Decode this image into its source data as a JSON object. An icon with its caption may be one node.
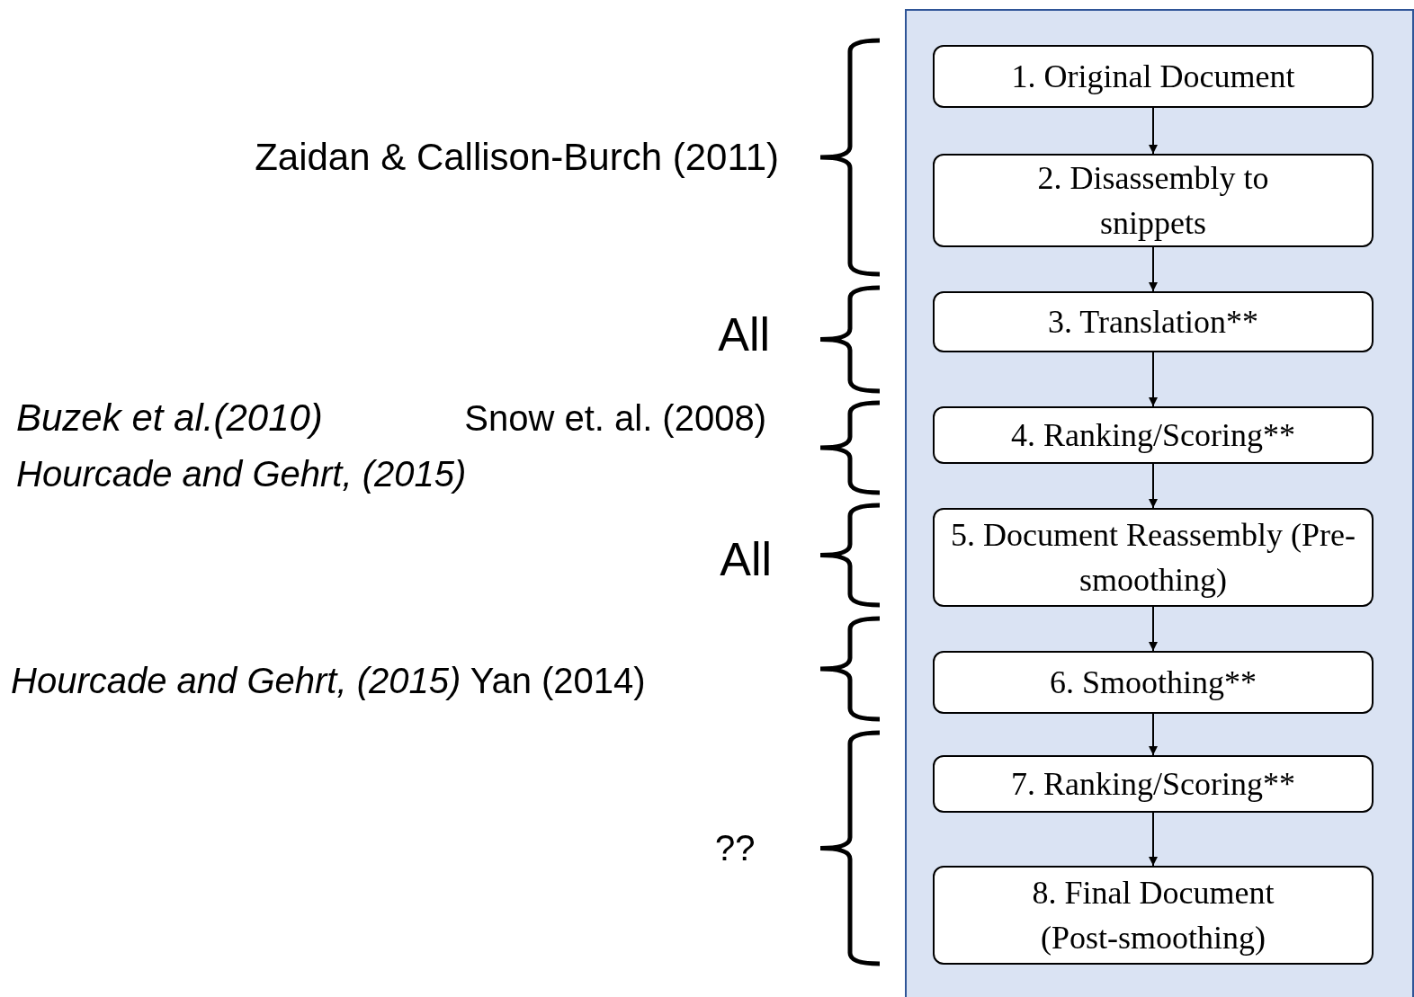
{
  "diagram": {
    "nodes": [
      {
        "text": [],
        "shape": "box"
      },
      {
        "text": [
          "1. Original Document"
        ],
        "in": 0
      },
      {
        "text": [
          "2. Disassembly to snippets"
        ],
        "in": 0
      },
      {
        "text": [
          "3. Translation**"
        ],
        "in": 0
      },
      {
        "text": [
          "4. Ranking/Scoring**"
        ],
        "in": 0
      },
      {
        "text": [
          "5. Document Reassembly (Pre-smoothing)"
        ],
        "in": 0
      },
      {
        "text": [
          "6. Smoothing**"
        ],
        "in": 0
      },
      {
        "text": [
          "7. Ranking/Scoring**"
        ],
        "in": 0
      },
      {
        "text": [
          "8. Final Document (Post-smoothing)"
        ],
        "in": 0
      }
    ],
    "edges": [
      {
        "from": 1,
        "to": 2,
        "arrow": "to"
      },
      {
        "from": 2,
        "to": 3,
        "arrow": "to"
      },
      {
        "from": 3,
        "to": 4,
        "arrow": "to"
      },
      {
        "from": 4,
        "to": 5,
        "arrow": "to"
      },
      {
        "from": 5,
        "to": 6,
        "arrow": "to"
      },
      {
        "from": 6,
        "to": 7,
        "arrow": "to"
      },
      {
        "from": 7,
        "to": 8,
        "arrow": "to"
      }
    ],
    "labels": [
      "Zaidan & Callison-Burch (2011)",
      "All",
      "Buzek et al.(2010)",
      "Snow et. al. (2008)",
      "Hourcade and Gehrt, (2015)",
      "All",
      "*Hourcade and Gehrt, (2015)* Yan (2014)",
      "??"
    ]
  }
}
